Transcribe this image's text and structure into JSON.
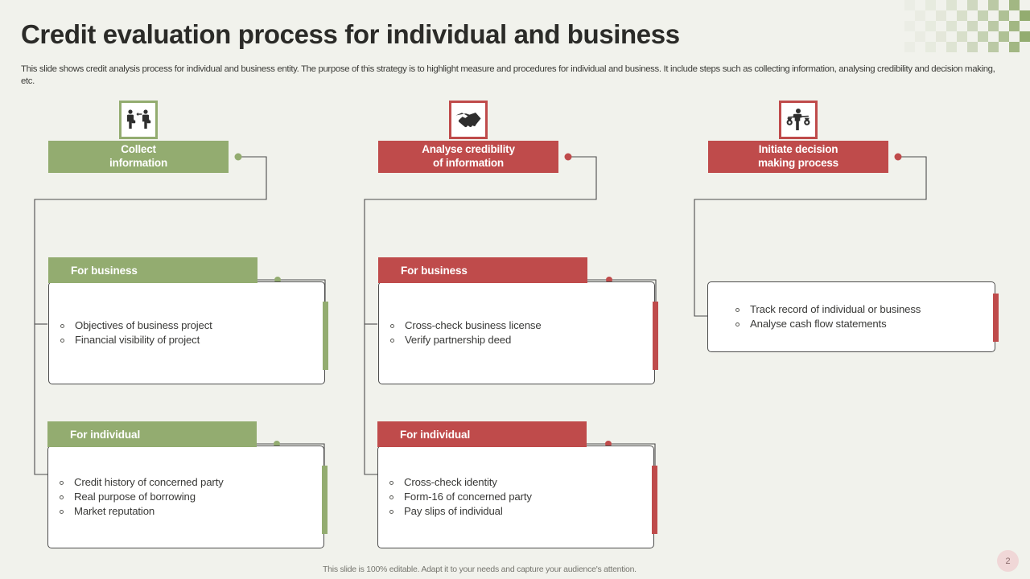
{
  "slide": {
    "title": "Credit evaluation process for individual and business",
    "subtitle": "This slide shows credit analysis process for individual and business entity. The purpose of this strategy is to highlight measure and procedures for individual and business. It include steps such as collecting information, analysing credibility and decision making, etc.",
    "footer_note": "This slide is 100% editable. Adapt it to your needs and capture your audience's attention.",
    "page_number": "2"
  },
  "colors": {
    "background": "#f1f2ec",
    "green": "#93ac70",
    "red": "#bf4b4b",
    "card_border": "#4c4c4c",
    "text": "#3a3a38",
    "page_badge_bg": "#f0d7d7"
  },
  "columns": [
    {
      "id": "collect-information",
      "accent": "green",
      "icon": "two-businesspeople-exchange-icon",
      "header_line1": "Collect",
      "header_line2": "information",
      "cards": [
        {
          "id": "for-business",
          "label": "For business",
          "items": [
            "Objectives of business project",
            "Financial visibility of project"
          ]
        },
        {
          "id": "for-individual",
          "label": "For individual",
          "items": [
            "Credit history of concerned party",
            "Real purpose of borrowing",
            "Market reputation"
          ]
        }
      ]
    },
    {
      "id": "analyse-credibility",
      "accent": "red",
      "icon": "handshake-icon",
      "header_line1": "Analyse credibility",
      "header_line2": "of information",
      "cards": [
        {
          "id": "for-business",
          "label": "For business",
          "items": [
            "Cross-check business license",
            "Verify partnership deed"
          ]
        },
        {
          "id": "for-individual",
          "label": "For individual",
          "items": [
            "Cross-check identity",
            "Form-16 of concerned party",
            "Pay slips of individual"
          ]
        }
      ]
    },
    {
      "id": "initiate-decision-making",
      "accent": "red",
      "icon": "person-holding-scales-icon",
      "header_line1": "Initiate decision",
      "header_line2": "making process",
      "cards": [
        {
          "id": "decision-points",
          "label": "",
          "items": [
            "Track record of individual  or business",
            "Analyse cash flow statements"
          ]
        }
      ]
    }
  ]
}
